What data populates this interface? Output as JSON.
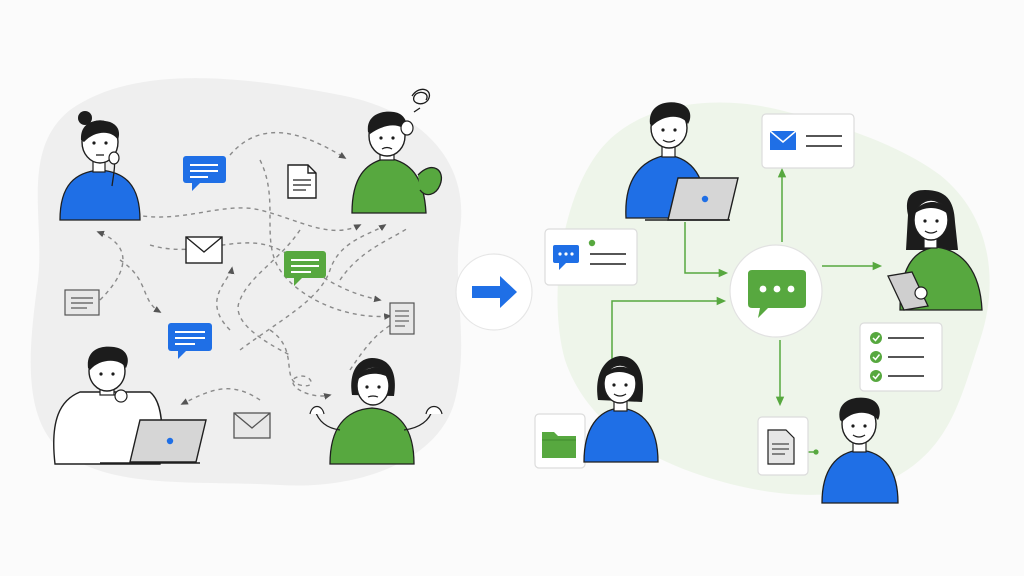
{
  "colors": {
    "blue": "#1f6fe6",
    "green": "#57a83f",
    "gray_line": "#8a8a8a",
    "ink": "#1f1f1f",
    "blob_left": "#eeeeee",
    "blob_right": "#eef5ea",
    "skin": "#ffffff",
    "hair": "#1c1c1c"
  },
  "left_panel": {
    "people": [
      {
        "id": "woman-thinking",
        "shirt": "blue"
      },
      {
        "id": "man-confused",
        "shirt": "green"
      },
      {
        "id": "man-laptop",
        "shirt": "white"
      },
      {
        "id": "woman-shrug",
        "shirt": "green"
      }
    ],
    "floating_items": [
      {
        "id": "chat-bubble-1",
        "icon": "chat-icon",
        "color": "blue"
      },
      {
        "id": "document-1",
        "icon": "document-icon",
        "color": "white"
      },
      {
        "id": "envelope-1",
        "icon": "envelope-icon",
        "color": "white"
      },
      {
        "id": "chat-bubble-2",
        "icon": "chat-icon",
        "color": "green"
      },
      {
        "id": "note-1",
        "icon": "note-icon",
        "color": "gray"
      },
      {
        "id": "chat-bubble-3",
        "icon": "chat-icon",
        "color": "blue"
      },
      {
        "id": "document-2",
        "icon": "document-icon",
        "color": "gray"
      },
      {
        "id": "envelope-2",
        "icon": "envelope-icon",
        "color": "gray"
      }
    ]
  },
  "transition": {
    "icon": "arrow-right-icon",
    "color": "blue"
  },
  "right_panel": {
    "hub": {
      "icon": "chat-dots-icon",
      "color": "green"
    },
    "people": [
      {
        "id": "man-laptop-top",
        "shirt": "blue"
      },
      {
        "id": "woman-tablet",
        "shirt": "green"
      },
      {
        "id": "woman-bottom",
        "shirt": "blue"
      },
      {
        "id": "man-bottom",
        "shirt": "blue"
      }
    ],
    "cards": [
      {
        "id": "email-card",
        "icon": "envelope-icon"
      },
      {
        "id": "message-card",
        "icon": "chat-icon"
      },
      {
        "id": "checklist-card",
        "icon": "checklist-icon",
        "items": 3
      },
      {
        "id": "folder-card",
        "icon": "folder-icon"
      },
      {
        "id": "document-card",
        "icon": "document-icon"
      }
    ]
  }
}
